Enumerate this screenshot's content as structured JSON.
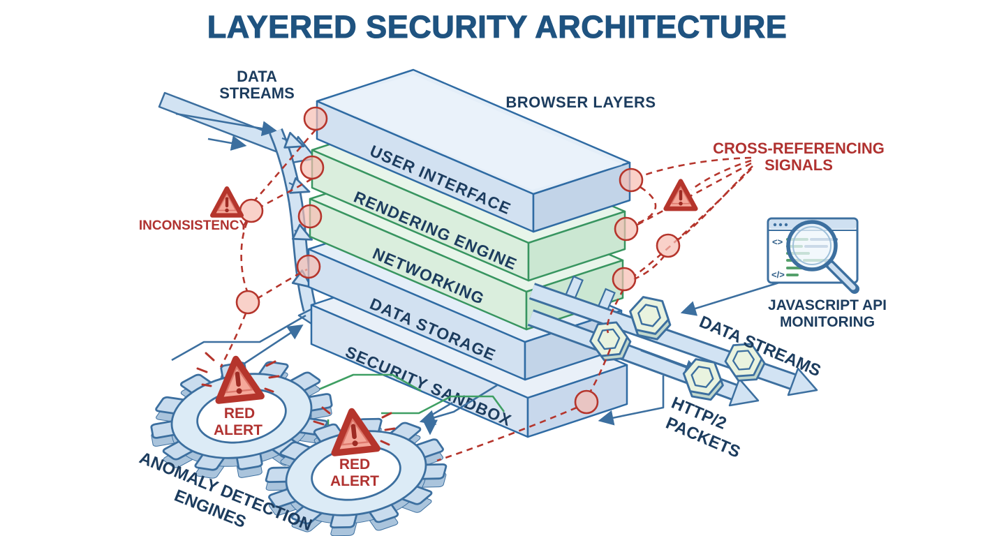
{
  "title": {
    "text": "LAYERED SECURITY ARCHITECTURE"
  },
  "stack": {
    "caption": "BROWSER LAYERS",
    "layers": [
      {
        "label": "USER INTERFACE",
        "tone": "blue"
      },
      {
        "label": "RENDERING ENGINE",
        "tone": "green"
      },
      {
        "label": "NETWORKING",
        "tone": "green"
      },
      {
        "label": "DATA STORAGE",
        "tone": "blue"
      },
      {
        "label": "SECURITY SANDBOX",
        "tone": "blue"
      }
    ]
  },
  "left": {
    "data_streams": [
      "DATA",
      "STREAMS"
    ],
    "inconsistency": "INCONSISTENCY"
  },
  "right": {
    "cross_referencing": [
      "CROSS-REFERENCING",
      "SIGNALS"
    ],
    "js_monitoring": [
      "JAVASCRIPT API",
      "MONITORING"
    ],
    "data_streams": "DATA STREAMS",
    "http2": [
      "HTTP/2",
      "PACKETS"
    ],
    "window": {
      "open_tag": "<>",
      "close_tag": "</>"
    }
  },
  "bottom": {
    "anomaly": [
      "ANOMALY DETECTION",
      "ENGINES"
    ],
    "alerts": [
      [
        "RED",
        "ALERT"
      ],
      [
        "RED",
        "ALERT"
      ]
    ]
  },
  "icons": [
    "warning-triangle-icon",
    "gear-icon",
    "magnifier-icon",
    "browser-window-icon",
    "hexagon-packet-icon",
    "red-circle-marker",
    "arrow-icon"
  ],
  "colors": {
    "title": "#1f5380",
    "dark_text": "#1c3c5e",
    "red": "#b5352c",
    "line_blue": "#3c6f9f",
    "slab_blue_stroke": "#2f6ba3",
    "slab_green_stroke": "#389560",
    "trace_green": "#3f9f63",
    "band_fill": "#d2e3f3"
  }
}
